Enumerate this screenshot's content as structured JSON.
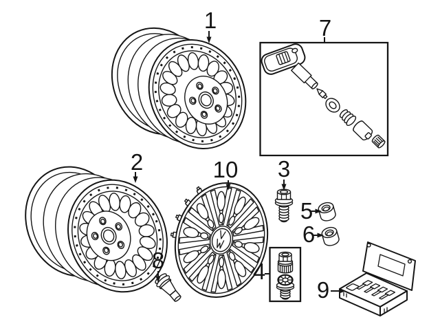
{
  "diagram": {
    "type": "exploded-parts-diagram",
    "subject": "wheels and wheel covers",
    "background_color": "#ffffff",
    "line_color": "#151515",
    "callouts": [
      {
        "label": "1",
        "part": "steel wheel (upper)"
      },
      {
        "label": "2",
        "part": "steel wheel (lower)"
      },
      {
        "label": "3",
        "part": "wheel bolt"
      },
      {
        "label": "4",
        "part": "wheel lock bolt kit (boxed)"
      },
      {
        "label": "5",
        "part": "lug bolt cap"
      },
      {
        "label": "6",
        "part": "lug bolt cap"
      },
      {
        "label": "7",
        "part": "TPMS sensor service kit (boxed)"
      },
      {
        "label": "8",
        "part": "valve stem"
      },
      {
        "label": "9",
        "part": "wheel lock set case"
      },
      {
        "label": "10",
        "part": "wheel cover with VW emblem"
      }
    ]
  }
}
